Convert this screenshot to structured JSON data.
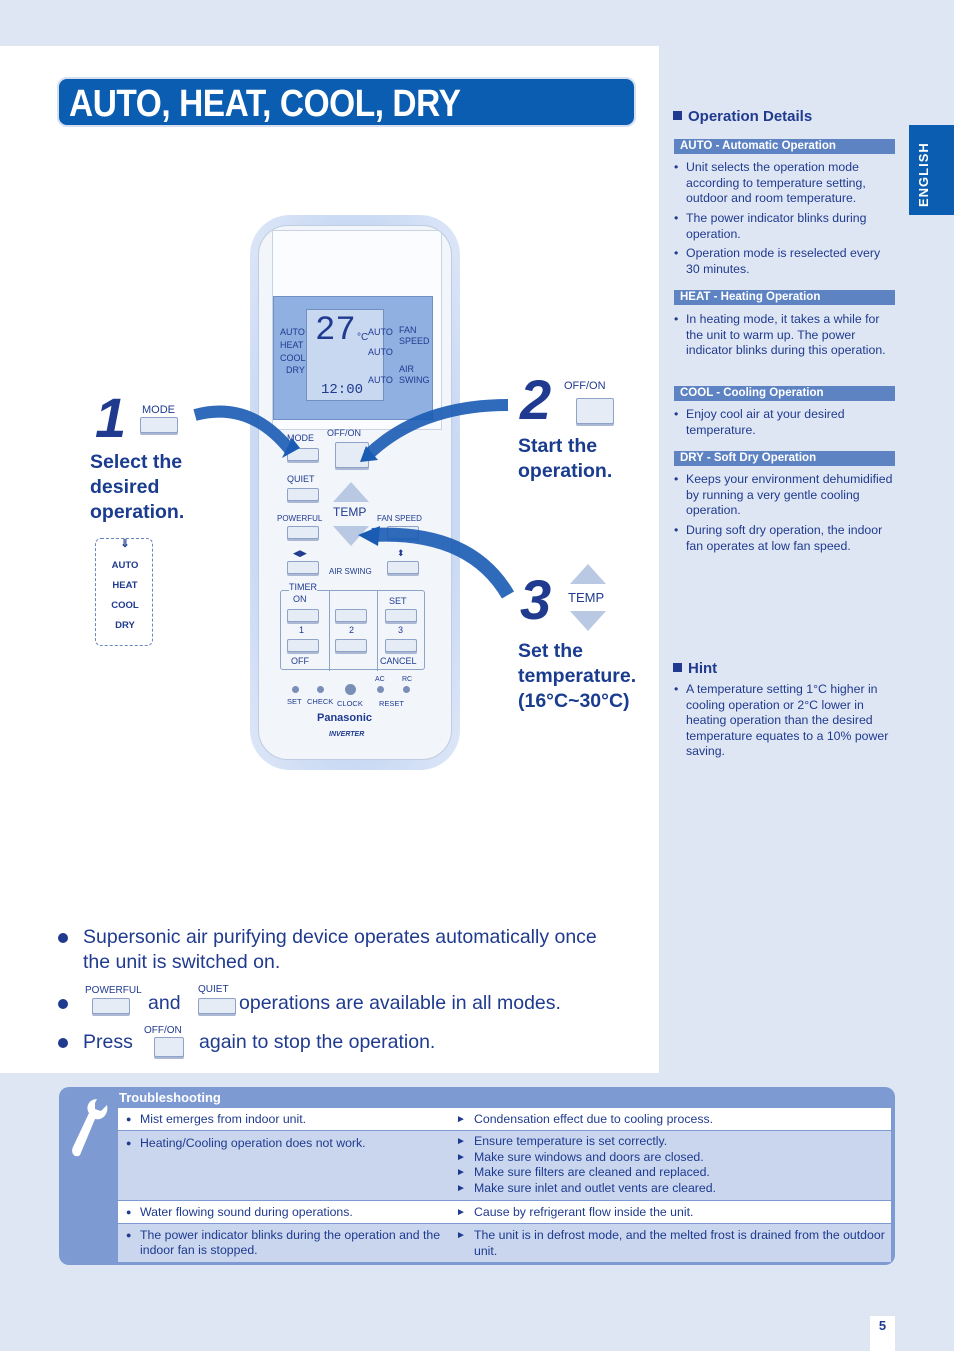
{
  "title": "AUTO, HEAT, COOL, DRY",
  "remote": {
    "lcd_modes": [
      "AUTO",
      "HEAT",
      "COOL",
      "DRY"
    ],
    "lcd_temp": "27",
    "lcd_unit": "°C",
    "lcd_time": "12:00",
    "lcd_auto": "AUTO",
    "lcd_fan_speed": "FAN SPEED",
    "lcd_air_swing": "AIR SWING",
    "mode": "MODE",
    "offon": "OFF/ON",
    "quiet": "QUIET",
    "powerful": "POWERFUL",
    "temp": "TEMP",
    "fan_speed": "FAN SPEED",
    "air_swing": "AIR SWING",
    "timer": "TIMER",
    "on": "ON",
    "set": "SET",
    "off": "OFF",
    "cancel": "CANCEL",
    "num1": "1",
    "num2": "2",
    "num3": "3",
    "ac": "AC",
    "rc": "RC",
    "set_small": "SET",
    "check": "CHECK",
    "clock": "CLOCK",
    "reset": "RESET",
    "brand": "Panasonic",
    "inverter": "INVERTER"
  },
  "steps": [
    {
      "num": "1",
      "button": "MODE",
      "label": "Select the desired operation."
    },
    {
      "num": "2",
      "button": "OFF/ON",
      "label": "Start the operation."
    },
    {
      "num": "3",
      "button": "TEMP",
      "label": "Set the temperature. (16°C~30°C)"
    }
  ],
  "mode_cycle": [
    "AUTO",
    "HEAT",
    "COOL",
    "DRY"
  ],
  "notes": {
    "n1_line1": "Supersonic air purifying device operates automatically once",
    "n1_line2": "the unit is switched on.",
    "n2_powerful": "POWERFUL",
    "n2_and": "and",
    "n2_quiet": "QUIET",
    "n2_rest": "operations are available in all modes.",
    "n3_press": "Press",
    "n3_offon": "OFF/ON",
    "n3_rest": "again to stop the operation."
  },
  "sidebar": {
    "heading": "Operation Details",
    "sections": [
      {
        "title": "AUTO - Automatic Operation",
        "items": [
          "Unit selects the operation mode according to temperature setting, outdoor and room temperature.",
          "The power indicator blinks during operation.",
          "Operation mode is reselected every 30 minutes."
        ]
      },
      {
        "title": "HEAT - Heating Operation",
        "items": [
          "In heating mode, it takes a while for the unit to warm up. The power indicator blinks during this operation."
        ]
      },
      {
        "title": "COOL - Cooling Operation",
        "items": [
          "Enjoy cool air at your desired temperature."
        ]
      },
      {
        "title": "DRY - Soft Dry Operation",
        "items": [
          "Keeps your environment dehumidified by running a very gentle cooling operation.",
          "During soft dry operation, the indoor fan operates at low fan speed."
        ]
      }
    ],
    "hint_heading": "Hint",
    "hint_items": [
      "A temperature setting 1°C higher in cooling operation or 2°C lower in heating operation than the desired temperature equates to a 10% power saving."
    ]
  },
  "language_tab": "ENGLISH",
  "troubleshooting": {
    "title": "Troubleshooting",
    "rows": [
      {
        "problem": "Mist emerges from indoor unit.",
        "causes": [
          "Condensation effect due to cooling process."
        ]
      },
      {
        "problem": "Heating/Cooling operation does not work.",
        "causes": [
          "Ensure temperature is set correctly.",
          "Make sure windows and doors are closed.",
          "Make sure filters are cleaned and replaced.",
          "Make sure inlet and outlet vents are cleared."
        ]
      },
      {
        "problem": "Water flowing sound during operations.",
        "causes": [
          "Cause by refrigerant flow inside the unit."
        ]
      },
      {
        "problem": "The power indicator blinks during the operation and the indoor fan is stopped.",
        "causes": [
          "The unit is in defrost mode, and the melted frost is drained from the outdoor unit."
        ]
      }
    ]
  },
  "page_number": "5",
  "colors": {
    "brand_blue": "#0a5db0",
    "text_blue": "#1f3a8f",
    "band": "#5e83c3"
  }
}
